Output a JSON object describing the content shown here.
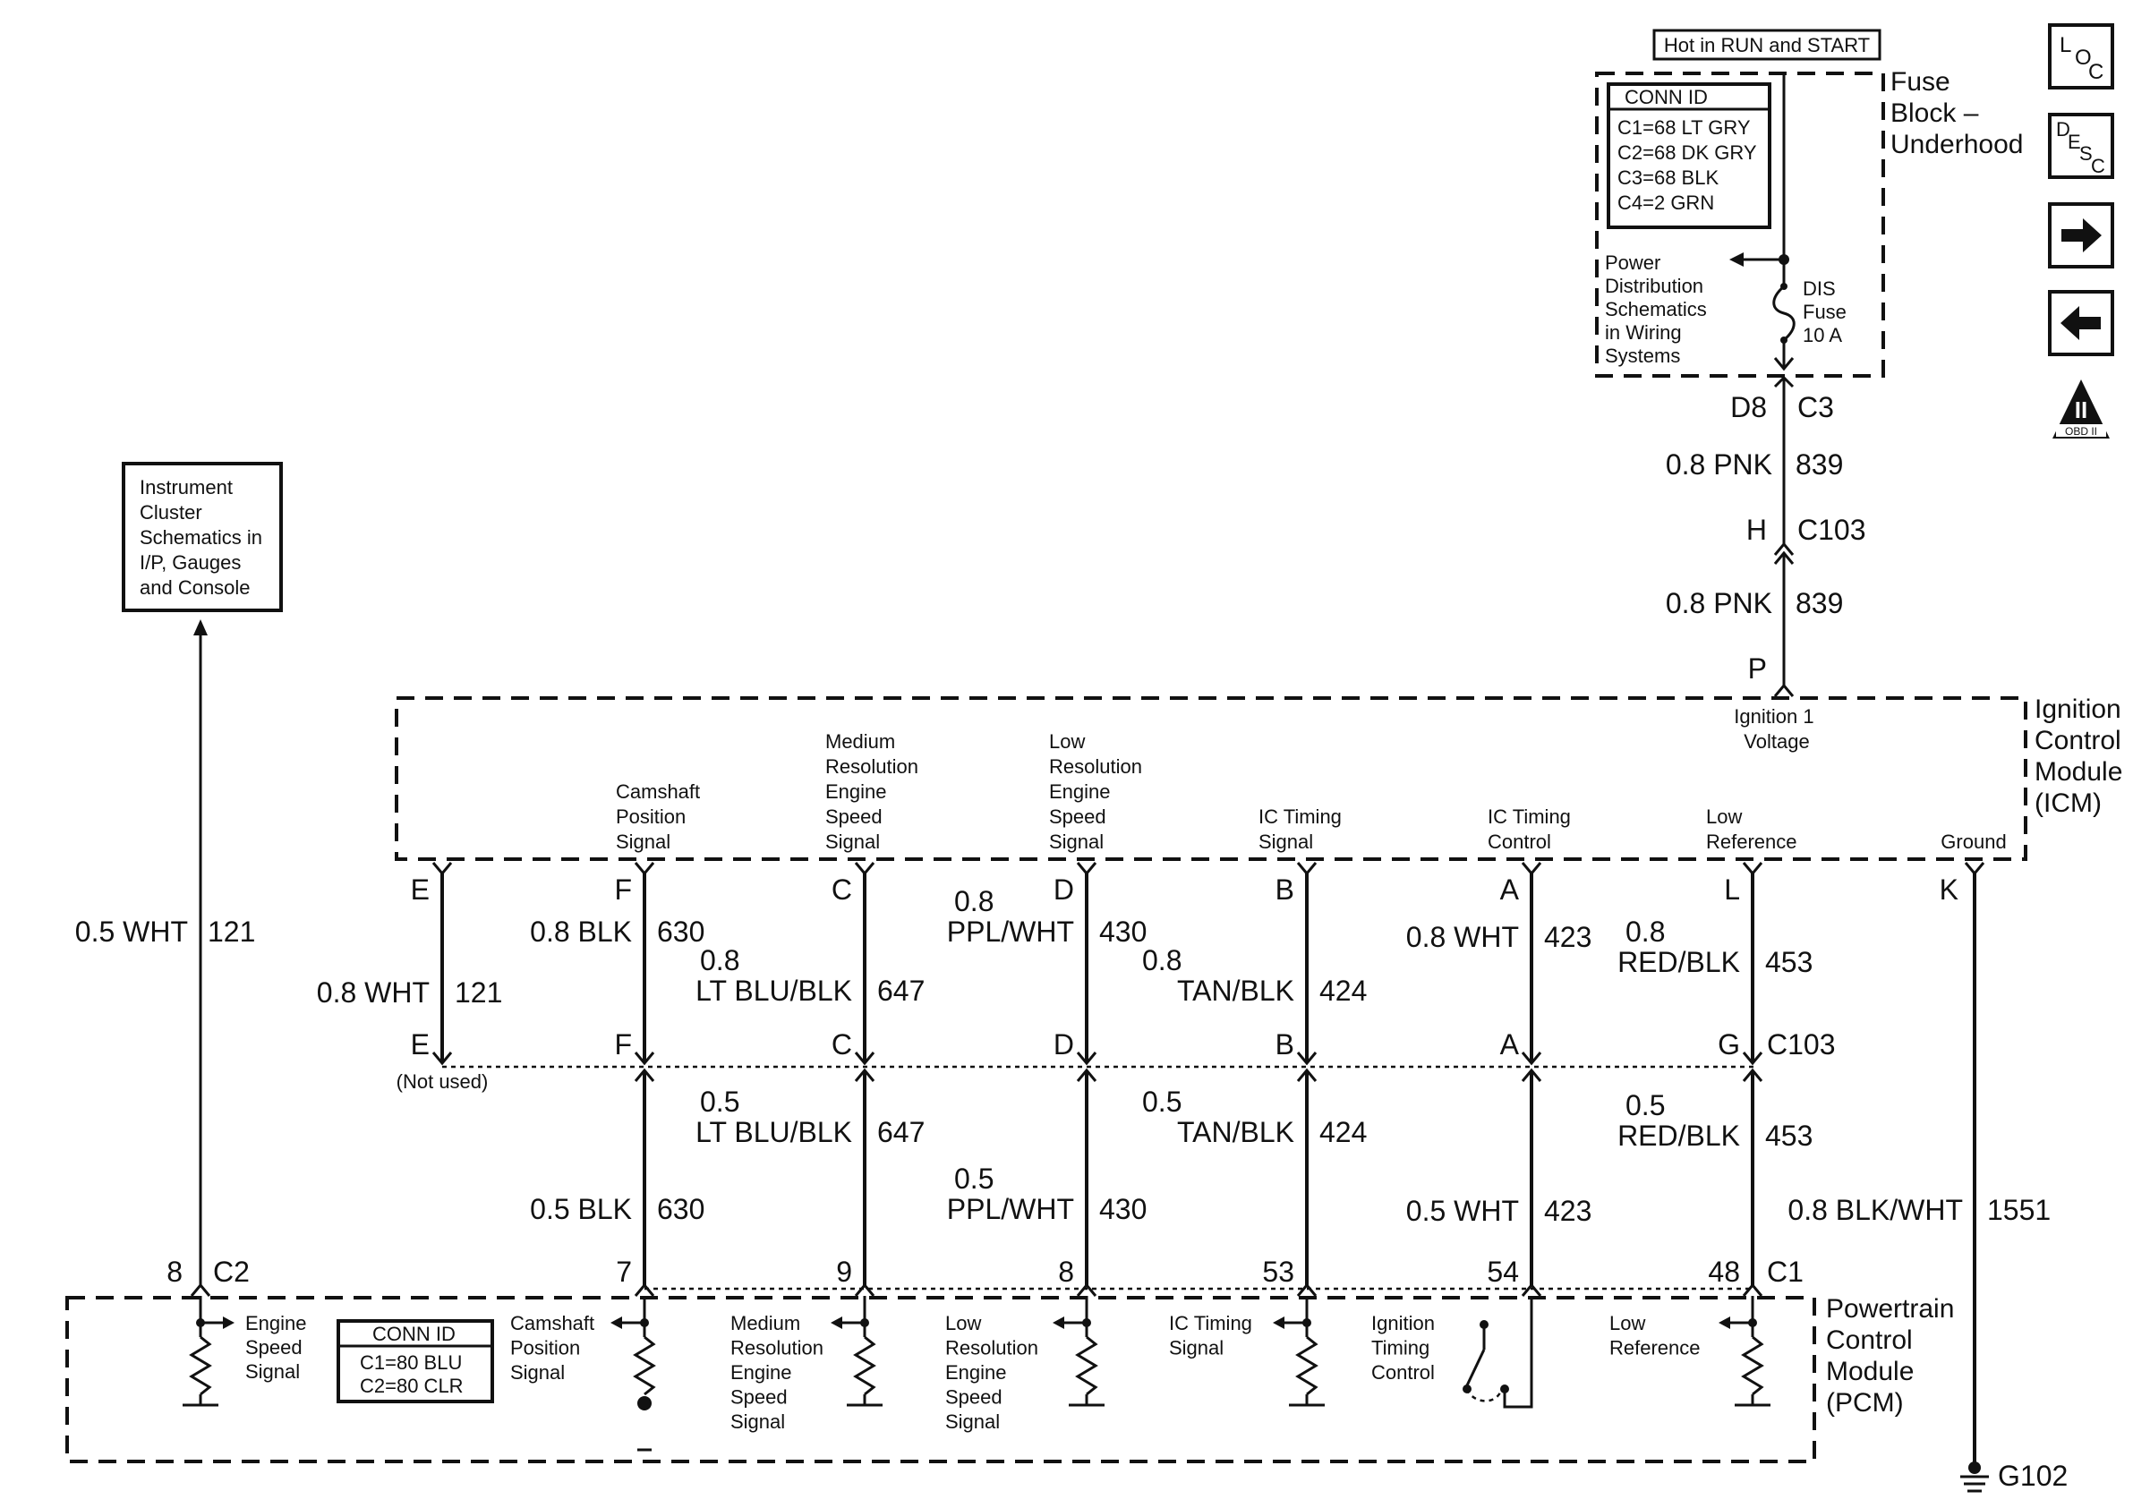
{
  "nav": {
    "loc": {
      "a": "L",
      "b": "O",
      "c": "C"
    },
    "desc": {
      "a": "D",
      "b": "E",
      "c": "S",
      "d": "C"
    },
    "next_icon": "arrow-right-icon",
    "prev_icon": "arrow-left-icon",
    "obd": {
      "top": "II",
      "bottom": "OBD II"
    }
  },
  "fuse_block": {
    "hot_label": "Hot in RUN and START",
    "name_lines": [
      "Fuse",
      "Block –",
      "Underhood"
    ],
    "conn_title": "CONN ID",
    "conn_lines": [
      "C1=68 LT GRY",
      "C2=68 DK GRY",
      "C3=68 BLK",
      "C4=2 GRN"
    ],
    "power_dist_lines": [
      "Power",
      "Distribution",
      "Schematics",
      "in Wiring",
      "Systems"
    ],
    "fuse_lines": [
      "DIS",
      "Fuse",
      "10 A"
    ],
    "pin": "D8",
    "conn": "C3"
  },
  "feed": {
    "upper": {
      "wire": "0.8 PNK",
      "circuit": "839"
    },
    "c103_pin": "H",
    "c103": "C103",
    "lower": {
      "wire": "0.8 PNK",
      "circuit": "839"
    },
    "icm_pin": "P",
    "icm_pin_label_lines": [
      "Ignition 1",
      "Voltage"
    ]
  },
  "icm": {
    "name_lines": [
      "Ignition",
      "Control",
      "Module",
      "(ICM)"
    ],
    "ground_label": "Ground",
    "ground_pin": "K",
    "ground_wire": {
      "wire": "0.8 BLK/WHT",
      "circuit": "1551"
    },
    "ground_name": "G102"
  },
  "instrument": {
    "lines": [
      "Instrument",
      "Cluster",
      "Schematics in",
      "I/P, Gauges",
      "and Console"
    ],
    "wire": "0.5 WHT",
    "circuit": "121",
    "pcm_pin": "8",
    "pcm_conn": "C2",
    "pcm_label_lines": [
      "Engine",
      "Speed",
      "Signal"
    ]
  },
  "c103_lower": {
    "name": "C103",
    "not_used": "(Not used)"
  },
  "pcm": {
    "name_lines": [
      "Powertrain",
      "Control",
      "Module",
      "(PCM)"
    ],
    "conn_title": "CONN ID",
    "conn_lines": [
      "C1=80 BLU",
      "C2=80 CLR"
    ],
    "c1": "C1"
  },
  "circuits": [
    {
      "icm_lines": [],
      "icm_pin": "E",
      "upper_wire": [
        "0.8 WHT"
      ],
      "circuit": "121",
      "c103_pin": "E",
      "lower_wire": [],
      "pcm_pin": "",
      "pcm_lines": []
    },
    {
      "icm_lines": [
        "Camshaft",
        "Position",
        "Signal"
      ],
      "icm_pin": "F",
      "upper_wire": [
        "0.8 BLK"
      ],
      "circuit": "630",
      "c103_pin": "F",
      "lower_wire": [
        "0.5 BLK"
      ],
      "pcm_pin": "7",
      "pcm_lines": [
        "Camshaft",
        "Position",
        "Signal"
      ]
    },
    {
      "icm_lines": [
        "Medium",
        "Resolution",
        "Engine",
        "Speed",
        "Signal"
      ],
      "icm_pin": "C",
      "upper_wire": [
        "0.8",
        "LT BLU/BLK"
      ],
      "circuit": "647",
      "c103_pin": "C",
      "lower_wire": [
        "0.5",
        "LT BLU/BLK"
      ],
      "pcm_pin": "9",
      "pcm_lines": [
        "Medium",
        "Resolution",
        "Engine",
        "Speed",
        "Signal"
      ]
    },
    {
      "icm_lines": [
        "Low",
        "Resolution",
        "Engine",
        "Speed",
        "Signal"
      ],
      "icm_pin": "D",
      "upper_wire": [
        "0.8",
        "PPL/WHT"
      ],
      "circuit": "430",
      "c103_pin": "D",
      "lower_wire": [
        "0.5",
        "PPL/WHT"
      ],
      "pcm_pin": "8",
      "pcm_lines": [
        "Low",
        "Resolution",
        "Engine",
        "Speed",
        "Signal"
      ]
    },
    {
      "icm_lines": [
        "IC Timing",
        "Signal"
      ],
      "icm_pin": "B",
      "upper_wire": [
        "0.8",
        "TAN/BLK"
      ],
      "circuit": "424",
      "c103_pin": "B",
      "lower_wire": [
        "0.5",
        "TAN/BLK"
      ],
      "pcm_pin": "53",
      "pcm_lines": [
        "IC Timing",
        "Signal"
      ]
    },
    {
      "icm_lines": [
        "IC Timing",
        "Control"
      ],
      "icm_pin": "A",
      "upper_wire": [
        "0.8 WHT"
      ],
      "circuit": "423",
      "c103_pin": "A",
      "lower_wire": [
        "0.5 WHT"
      ],
      "pcm_pin": "54",
      "pcm_lines": [
        "Ignition",
        "Timing",
        "Control"
      ]
    },
    {
      "icm_lines": [
        "Low",
        "Reference"
      ],
      "icm_pin": "L",
      "upper_wire": [
        "0.8",
        "RED/BLK"
      ],
      "circuit": "453",
      "c103_pin": "G",
      "lower_wire": [
        "0.5",
        "RED/BLK"
      ],
      "pcm_pin": "48",
      "pcm_lines": [
        "Low",
        "Reference"
      ]
    }
  ]
}
